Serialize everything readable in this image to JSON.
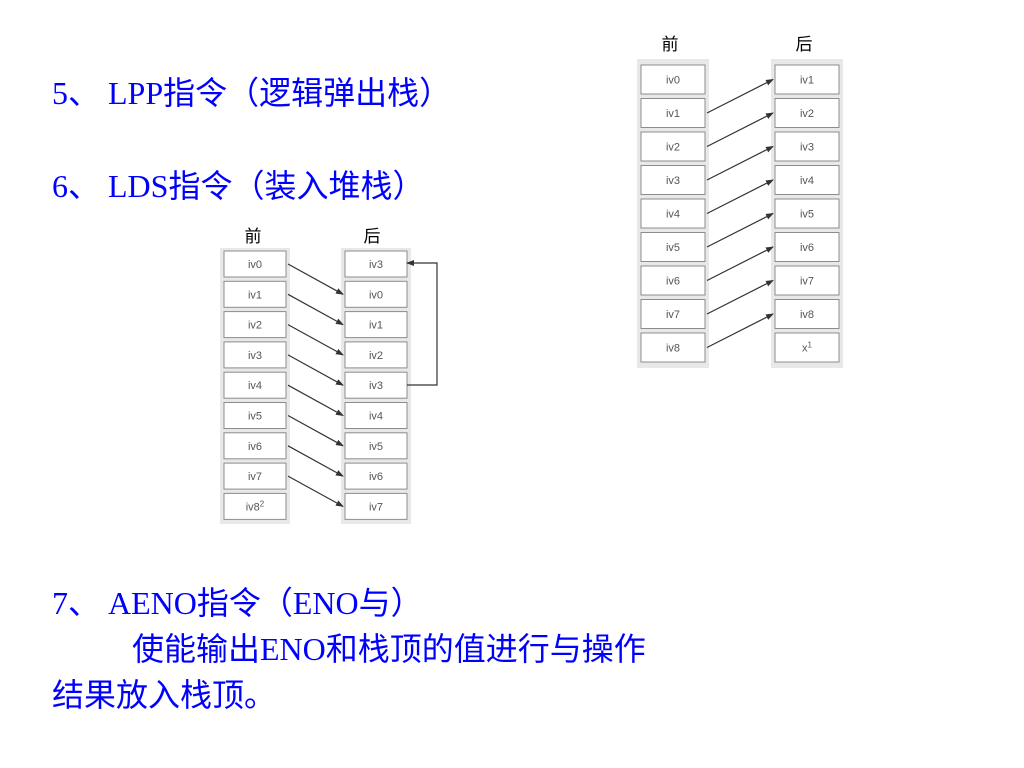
{
  "items": {
    "lpp": "5、 LPP指令（逻辑弹出栈）",
    "lds": "6、 LDS指令（装入堆栈）",
    "aeno_title": "7、 AENO指令（ENO与）",
    "aeno_desc_line1": "使能输出ENO和栈顶的值进行与操作",
    "aeno_desc_line2": "结果放入栈顶。"
  },
  "diagrams": {
    "lpp": {
      "before_label": "前",
      "after_label": "后",
      "before": [
        "iv0",
        "iv1",
        "iv2",
        "iv3",
        "iv4",
        "iv5",
        "iv6",
        "iv7",
        "iv8"
      ],
      "after": [
        "iv1",
        "iv2",
        "iv3",
        "iv4",
        "iv5",
        "iv6",
        "iv7",
        "iv8",
        "x"
      ],
      "after_last_sup": "1"
    },
    "lds": {
      "before_label": "前",
      "after_label": "后",
      "before": [
        "iv0",
        "iv1",
        "iv2",
        "iv3",
        "iv4",
        "iv5",
        "iv6",
        "iv7",
        "iv8"
      ],
      "before_last_sup": "2",
      "after": [
        "iv3",
        "iv0",
        "iv1",
        "iv2",
        "iv3",
        "iv4",
        "iv5",
        "iv6",
        "iv7"
      ]
    }
  },
  "colors": {
    "text": "#0000ff",
    "cell_border": "#8c8c8c",
    "arrow": "#333333"
  }
}
